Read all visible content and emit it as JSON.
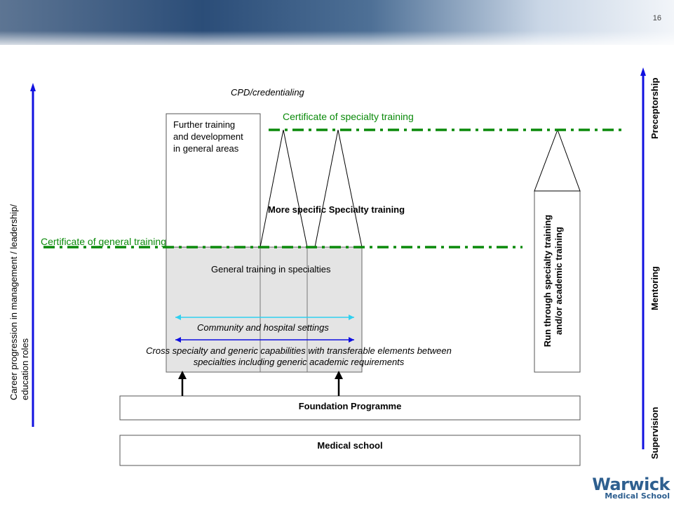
{
  "slide": {
    "page_number": "16"
  },
  "diagram": {
    "cpd_label": "CPD/credentialing",
    "further_training": [
      "Further training",
      "and development",
      "in general areas"
    ],
    "certificate_specialty": "Certificate of specialty training",
    "certificate_general": "Certificate of general training",
    "more_specific": "More specific Specialty training",
    "general_training": "General training in specialties",
    "community_settings": "Community and hospital settings",
    "cross_specialty": [
      "Cross specialty and generic capabilities with transferable elements between",
      "specialties including generic academic requirements"
    ],
    "foundation": "Foundation Programme",
    "medical_school": "Medical school",
    "run_through": [
      "Run through specialty training",
      "and/or academic training"
    ],
    "career_progression": [
      "Career progression in management / leadership/",
      "education  roles"
    ],
    "right_axis": {
      "preceptorship": "Preceptorship",
      "mentoring": "Mentoring",
      "supervision": "Supervision"
    }
  },
  "logo": {
    "name": "Warwick",
    "subtitle": "Medical School"
  },
  "colors": {
    "green": "#0a8a0a",
    "blue": "#1010e0",
    "cyan": "#30d0f0",
    "grey_fill": "#e4e4e4",
    "brand": "#2e5f8f"
  }
}
